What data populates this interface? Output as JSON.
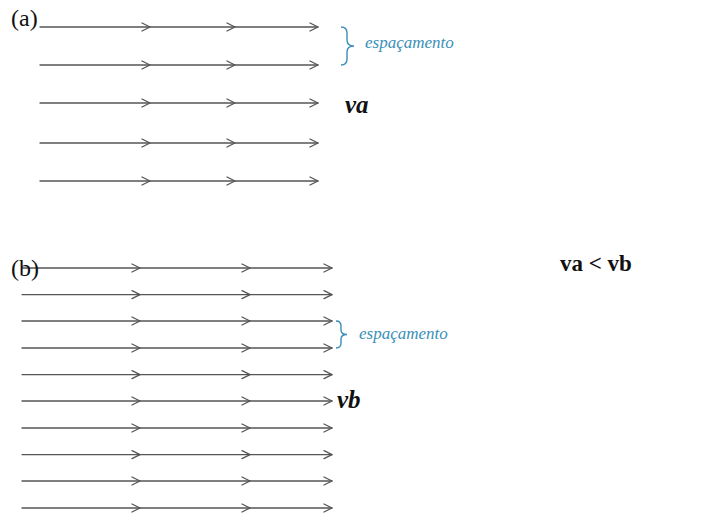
{
  "diagram": {
    "nodes": [
      {
        "text": [
          "(a)",
          "espaçamento",
          "va"
        ]
      },
      {
        "text": [
          "(b)",
          "espaçamento",
          "vb"
        ]
      }
    ],
    "labels": [
      "va < vb"
    ]
  }
}
